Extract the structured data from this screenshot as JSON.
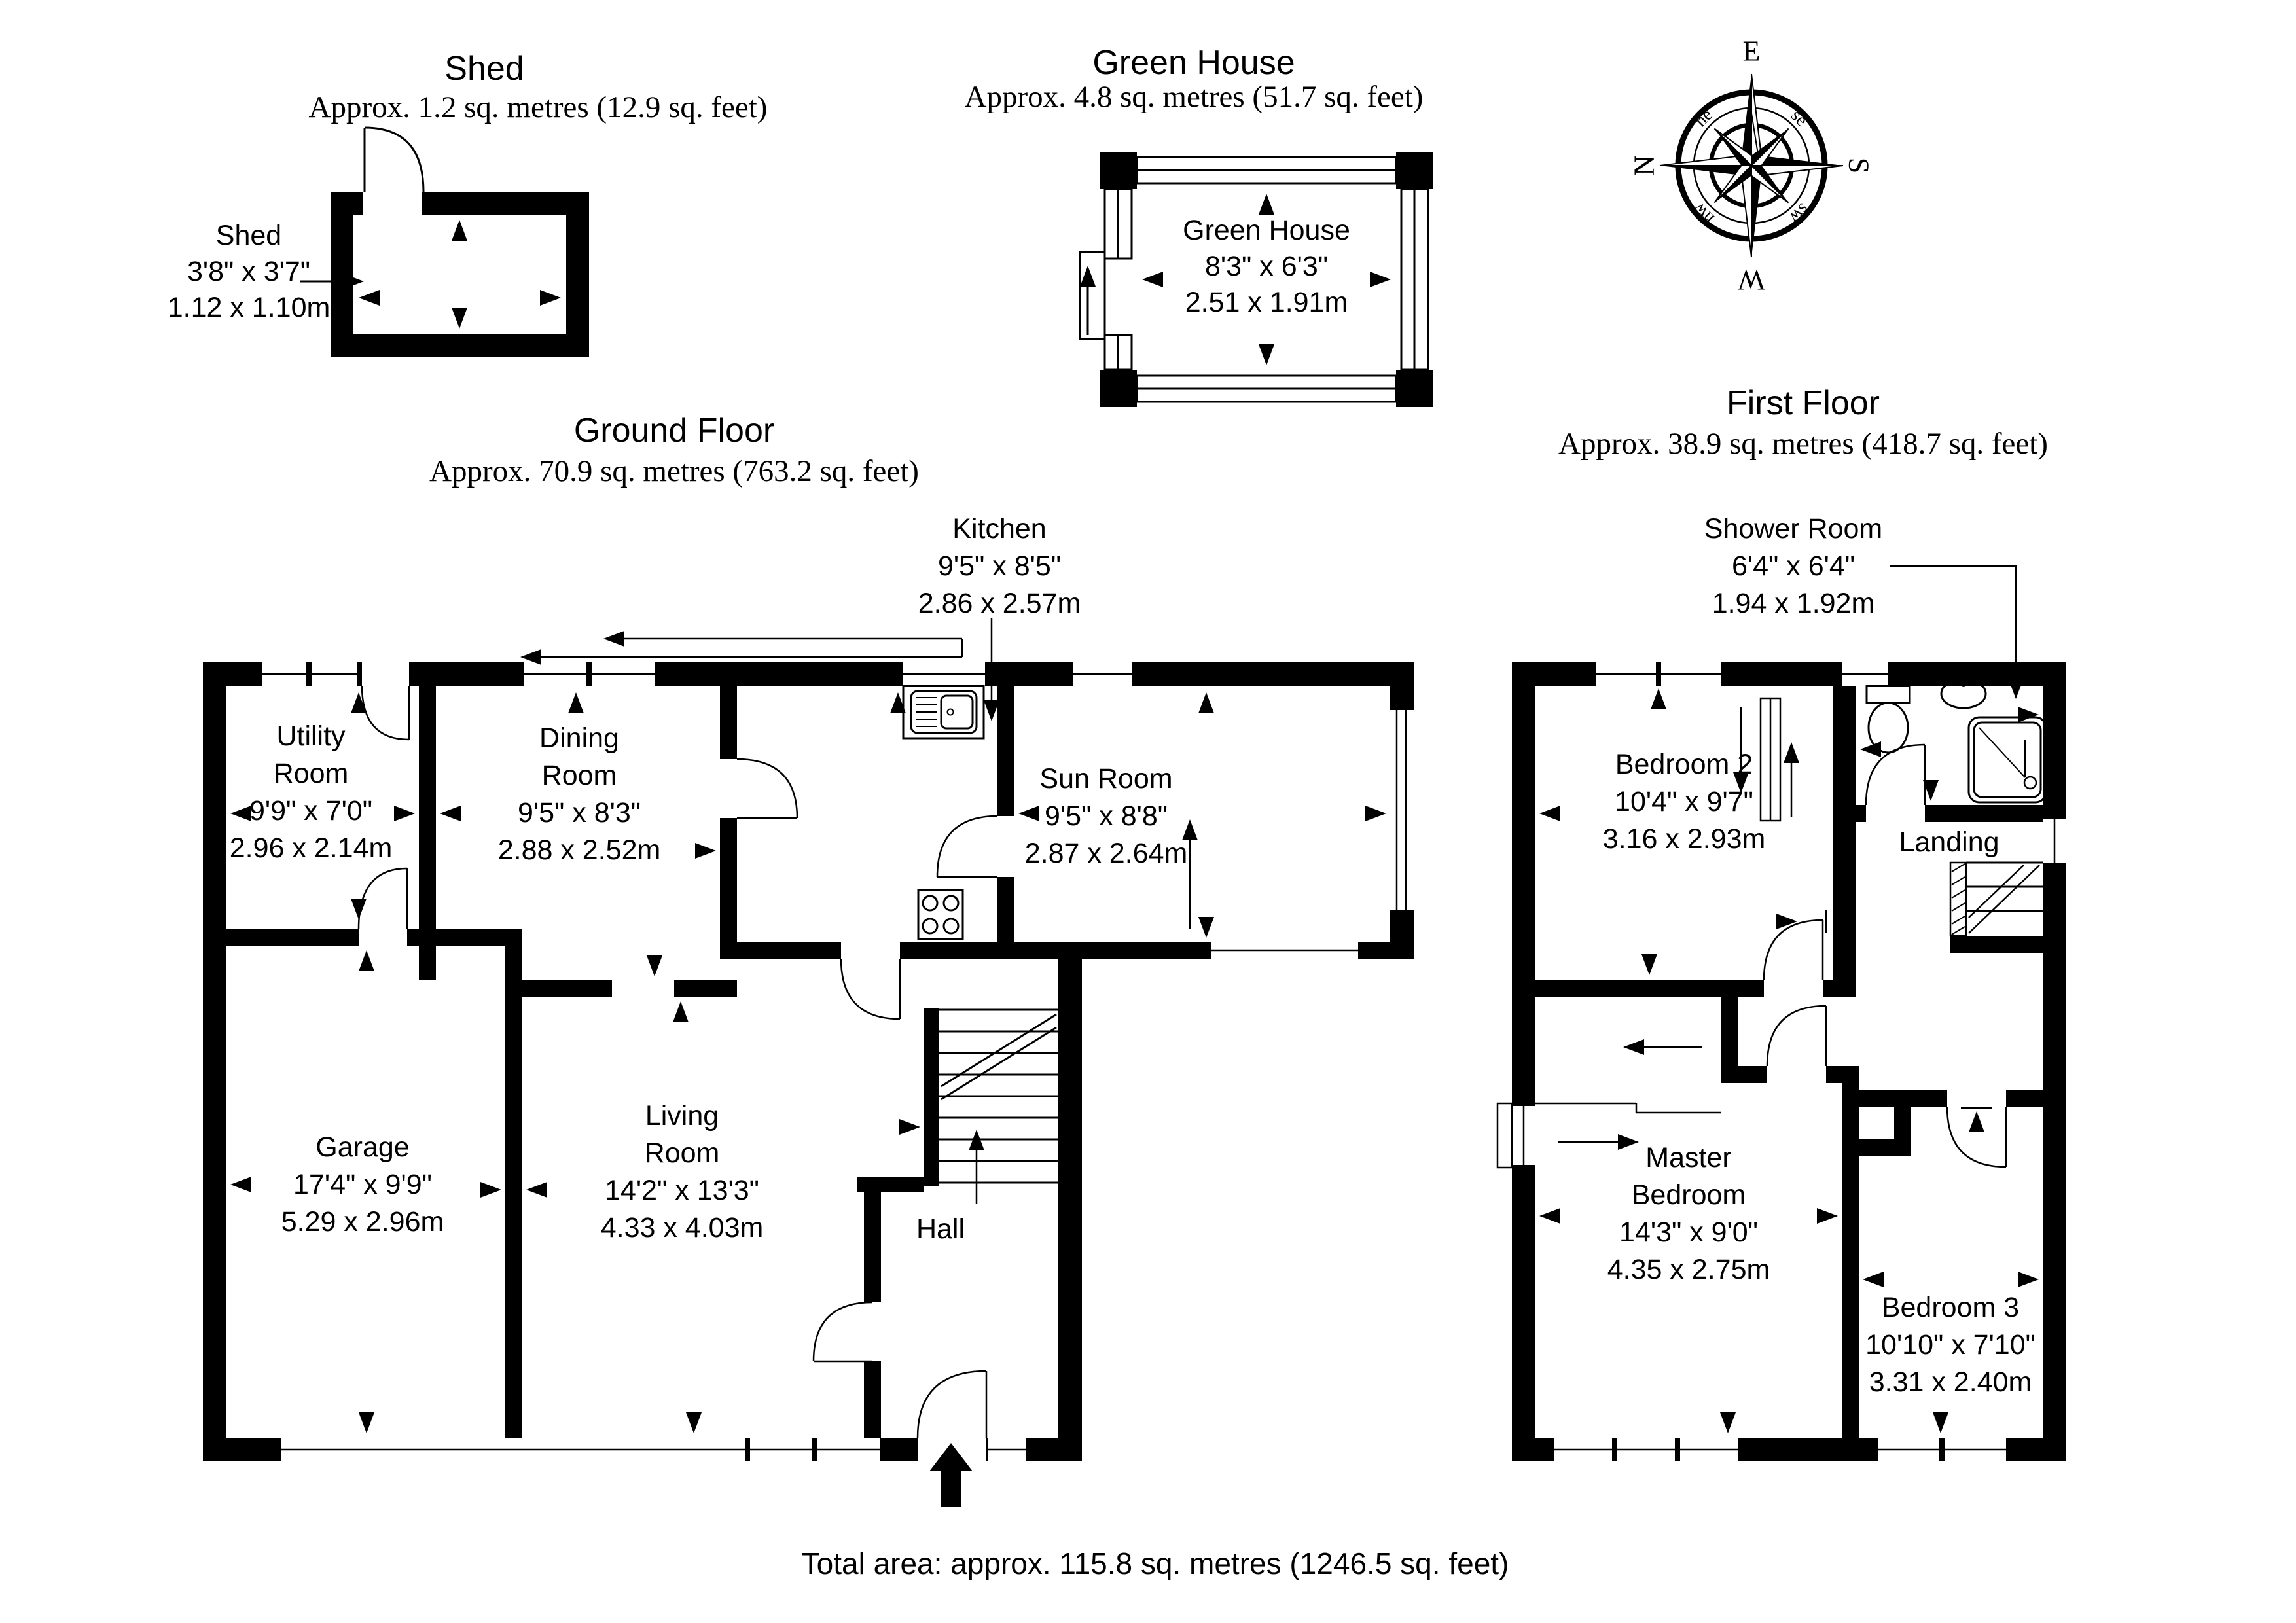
{
  "page": {
    "background": "#ffffff",
    "ink": "#000000",
    "total_area": "Total area: approx. 115.8 sq. metres (1246.5 sq. feet)"
  },
  "shed": {
    "title": "Shed",
    "subtitle": "Approx. 1.2 sq. metres (12.9 sq. feet)",
    "label": {
      "name": "Shed",
      "imperial": "3'8\" x 3'7\"",
      "metric": "1.12 x 1.10m"
    }
  },
  "greenhouse": {
    "title": "Green House",
    "subtitle": "Approx. 4.8 sq. metres (51.7 sq. feet)",
    "label": {
      "name": "Green House",
      "imperial": "8'3\" x 6'3\"",
      "metric": "2.51 x 1.91m"
    }
  },
  "compass": {
    "cardinals": {
      "n": "N",
      "e": "E",
      "s": "S",
      "w": "W"
    },
    "intercardinals": {
      "ne": "ne",
      "se": "se",
      "sw": "sw",
      "nw": "nw"
    }
  },
  "ground_floor": {
    "title": "Ground Floor",
    "subtitle": "Approx. 70.9 sq. metres (763.2 sq. feet)",
    "kitchen_callout": {
      "name": "Kitchen",
      "imperial": "9'5\" x 8'5\"",
      "metric": "2.86 x 2.57m"
    },
    "rooms": {
      "utility": {
        "line1": "Utility",
        "line2": "Room",
        "imperial": "9'9\" x 7'0\"",
        "metric": "2.96 x 2.14m"
      },
      "dining": {
        "line1": "Dining",
        "line2": "Room",
        "imperial": "9'5\" x 8'3\"",
        "metric": "2.88 x 2.52m"
      },
      "sun_room": {
        "name": "Sun Room",
        "imperial": "9'5\" x 8'8\"",
        "metric": "2.87 x 2.64m"
      },
      "garage": {
        "name": "Garage",
        "imperial": "17'4\" x 9'9\"",
        "metric": "5.29 x 2.96m"
      },
      "living": {
        "line1": "Living",
        "line2": "Room",
        "imperial": "14'2\" x 13'3\"",
        "metric": "4.33 x 4.03m"
      },
      "hall": {
        "name": "Hall"
      }
    }
  },
  "first_floor": {
    "title": "First Floor",
    "subtitle": "Approx. 38.9 sq. metres (418.7 sq. feet)",
    "shower_callout": {
      "name": "Shower Room",
      "imperial": "6'4\" x 6'4\"",
      "metric": "1.94 x 1.92m"
    },
    "rooms": {
      "bedroom2": {
        "name": "Bedroom 2",
        "imperial": "10'4\" x 9'7\"",
        "metric": "3.16 x 2.93m"
      },
      "landing": {
        "name": "Landing"
      },
      "master": {
        "line1": "Master",
        "line2": "Bedroom",
        "imperial": "14'3\" x 9'0\"",
        "metric": "4.35 x 2.75m"
      },
      "bedroom3": {
        "name": "Bedroom 3",
        "imperial": "10'10\" x 7'10\"",
        "metric": "3.31 x 2.40m"
      }
    }
  }
}
